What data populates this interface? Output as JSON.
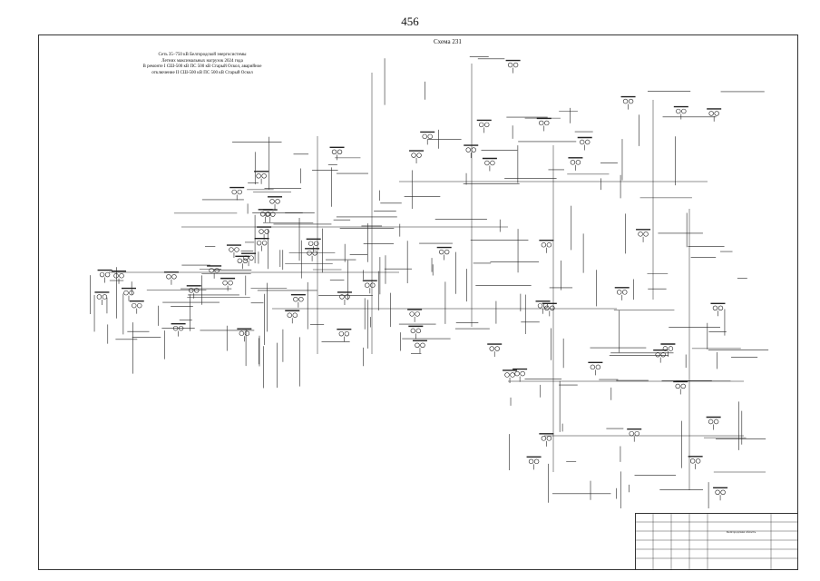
{
  "page": {
    "number": "456"
  },
  "scheme": {
    "label": "Схема 231"
  },
  "header": {
    "lines": [
      "Сеть 35–750 кВ Белгородской энергосистемы",
      "Летних максимальных нагрузок 2024 года",
      "В ремонте I СШ-500 кВ ПС 500 кВ Старый Оскол, аварийное",
      "отключение II СШ-500 кВ ПС 500 кВ Старый Оскол"
    ]
  },
  "stamp": {
    "region": "Белгородская область"
  },
  "colors": {
    "line": "#222222",
    "paper": "#ffffff"
  }
}
